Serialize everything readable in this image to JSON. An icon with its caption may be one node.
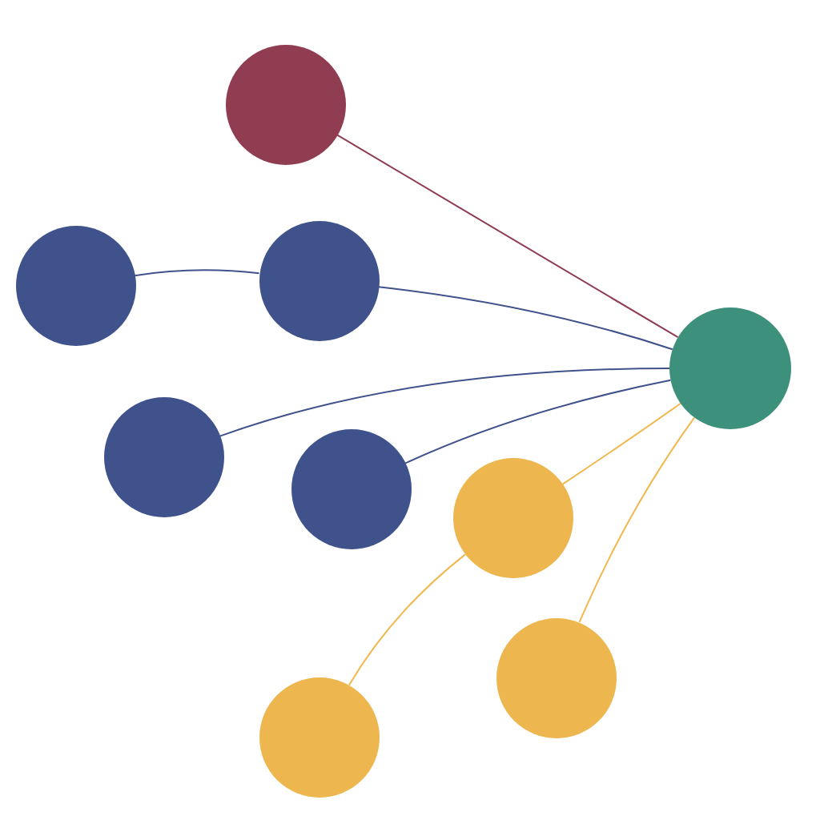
{
  "diagram": {
    "nodes": [
      {
        "text": [],
        "shape": "circle"
      },
      {
        "text": [],
        "shape": "circle"
      },
      {
        "text": [],
        "shape": "circle"
      },
      {
        "text": [],
        "shape": "circle"
      },
      {
        "text": [],
        "shape": "circle"
      },
      {
        "text": [],
        "shape": "circle"
      },
      {
        "text": [],
        "shape": "circle"
      },
      {
        "text": [],
        "shape": "circle"
      },
      {
        "text": [],
        "shape": "circle"
      }
    ],
    "edges": [
      {
        "from": 0,
        "to": 8,
        "arrow": "none",
        "color": "#8f3b52"
      },
      {
        "from": 1,
        "to": 2,
        "arrow": "none"
      },
      {
        "from": 2,
        "to": 8,
        "arrow": "none"
      },
      {
        "from": 3,
        "to": 8,
        "arrow": "none"
      },
      {
        "from": 4,
        "to": 8,
        "arrow": "none"
      },
      {
        "from": 5,
        "to": 8,
        "arrow": "none",
        "color": "#f0b84e"
      },
      {
        "from": 6,
        "to": 8,
        "arrow": "none",
        "color": "#f0b84e"
      },
      {
        "from": 7,
        "to": 5,
        "arrow": "none",
        "color": "#f0b84e"
      }
    ]
  }
}
